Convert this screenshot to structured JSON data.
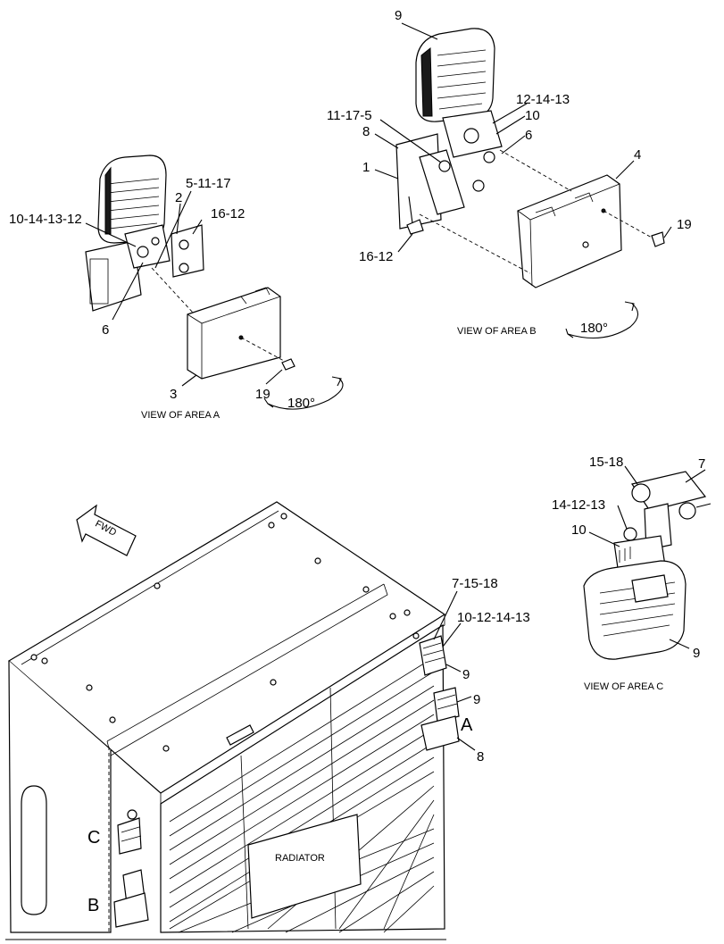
{
  "view_a": {
    "caption": "VIEW OF AREA A",
    "rotation": "180°",
    "callouts": [
      "5-11-17",
      "2",
      "16-12",
      "10-14-13-12",
      "6",
      "3",
      "19"
    ]
  },
  "view_b": {
    "caption": "VIEW OF AREA B",
    "rotation": "180°",
    "callouts": [
      "9",
      "12-14-13",
      "11-17-5",
      "10",
      "8",
      "6",
      "4",
      "1",
      "19",
      "16-12"
    ]
  },
  "view_c": {
    "caption": "VIEW OF AREA C",
    "callouts": [
      "15-18",
      "7",
      "14-12-13",
      "10",
      "9"
    ]
  },
  "main": {
    "fwd_label": "FWD",
    "radiator_label": "RADIATOR",
    "callouts": [
      "7-15-18",
      "10-12-14-13",
      "9",
      "9",
      "8"
    ],
    "area_letters": [
      "A",
      "B",
      "C"
    ]
  }
}
